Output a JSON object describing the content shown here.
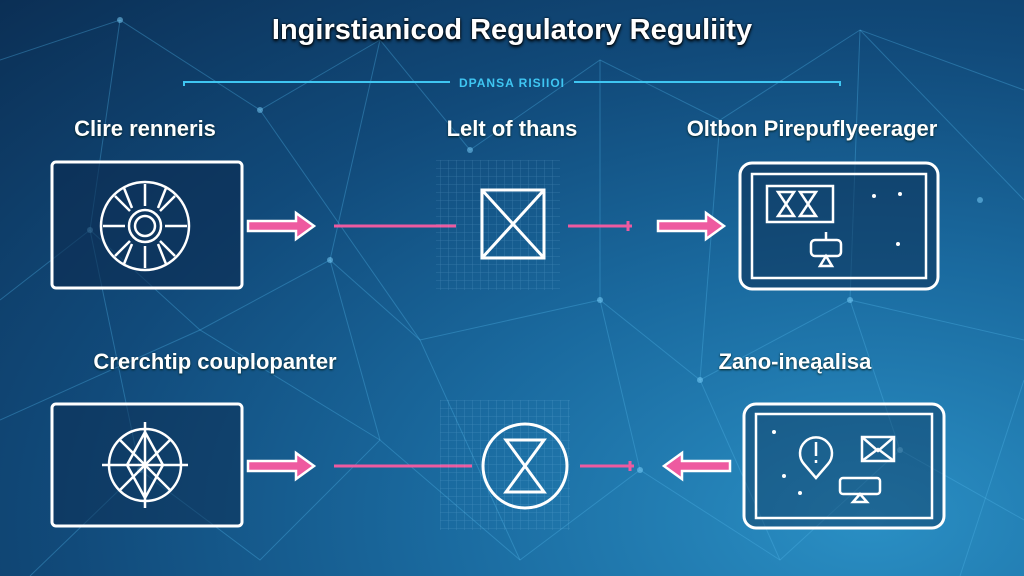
{
  "header": {
    "title": "Ingirstianicod Regulatory Reguliity",
    "subtitle": "DPANSA RISIIOI"
  },
  "nodes": [
    {
      "label": "Clire renneris",
      "icon": "circular-seal-icon"
    },
    {
      "label": "Lelt of thans",
      "icon": "crossed-box-icon"
    },
    {
      "label": "Oltbon Pirepuflyeerager",
      "icon": "dashboard-monitor-icon"
    },
    {
      "label": "Crerchtip couplopanter",
      "icon": "compass-emblem-icon"
    },
    {
      "label": "",
      "icon": "hourglass-circle-icon"
    },
    {
      "label": "Zano-ineąalisa",
      "icon": "alert-dashboard-icon"
    }
  ],
  "colors": {
    "accent": "#ee5aa0",
    "line": "#3fc6f2",
    "stroke": "#ffffff"
  }
}
